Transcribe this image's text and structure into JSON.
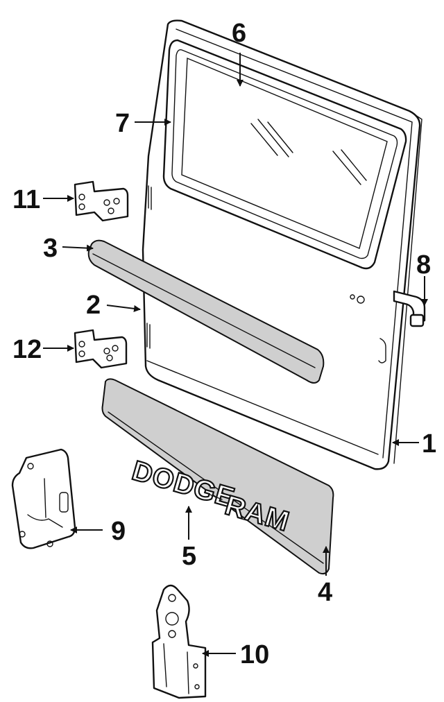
{
  "callouts": {
    "c1": "1",
    "c2": "2",
    "c3": "3",
    "c4": "4",
    "c5": "5",
    "c6": "6",
    "c7": "7",
    "c8": "8",
    "c9": "9",
    "c10": "10",
    "c11": "11",
    "c12": "12"
  },
  "emblem": {
    "word1": "DODGE",
    "word2": "RAM"
  },
  "colors": {
    "ink": "#111111",
    "paper": "#ffffff",
    "shade": "#cfcfcf"
  }
}
